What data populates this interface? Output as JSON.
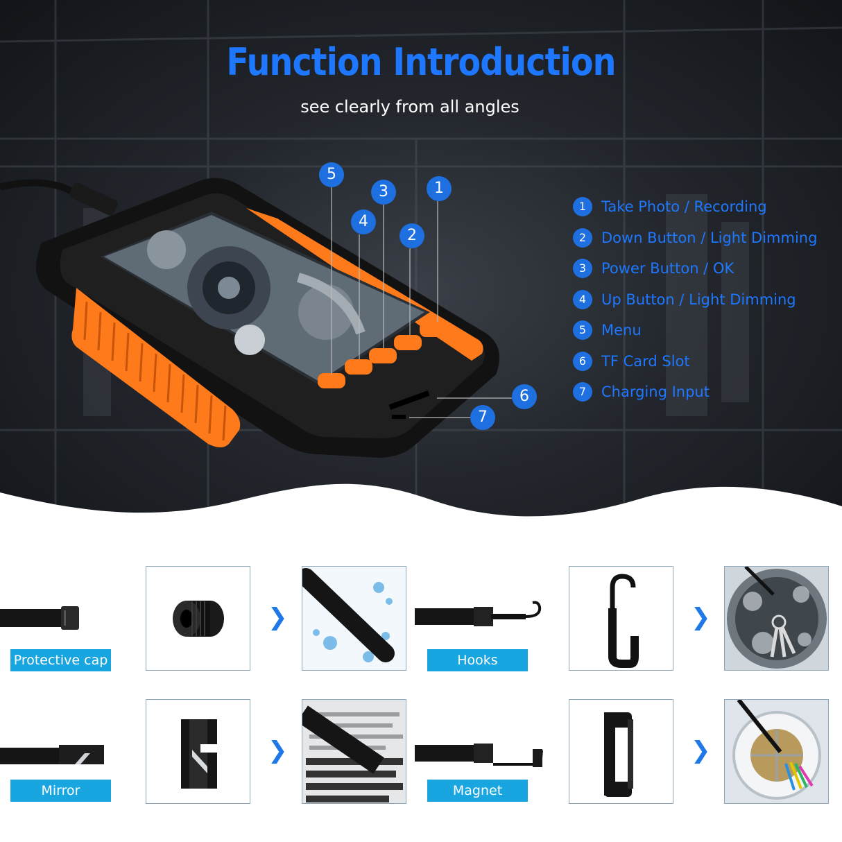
{
  "header": {
    "title": "Function Introduction",
    "subtitle": "see clearly from all angles"
  },
  "device_badges": [
    "1",
    "2",
    "3",
    "4",
    "5",
    "6",
    "7"
  ],
  "legend": [
    {
      "num": "1",
      "label": "Take Photo / Recording"
    },
    {
      "num": "2",
      "label": "Down Button / Light Dimming"
    },
    {
      "num": "3",
      "label": "Power Button / OK"
    },
    {
      "num": "4",
      "label": "Up Button / Light Dimming"
    },
    {
      "num": "5",
      "label": "Menu"
    },
    {
      "num": "6",
      "label": "TF Card Slot"
    },
    {
      "num": "7",
      "label": "Charging Input"
    }
  ],
  "accessories": {
    "protective_cap": "Protective cap",
    "hooks": "Hooks",
    "mirror": "Mirror",
    "magnet": "Magnet",
    "arrow_glyph": "❯"
  },
  "colors": {
    "accent_blue": "#1e78ff",
    "badge_blue": "#1e6fe0",
    "label_bar": "#19a6e0",
    "device_orange": "#ff7a1a"
  }
}
